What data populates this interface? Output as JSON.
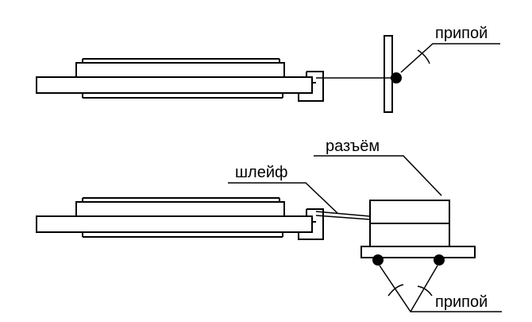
{
  "labels": {
    "solder_top": "припой",
    "connector": "разъём",
    "ribbon": "шлейф",
    "solder_bottom": "припой"
  },
  "colors": {
    "line": "#000000",
    "background": "#ffffff"
  }
}
